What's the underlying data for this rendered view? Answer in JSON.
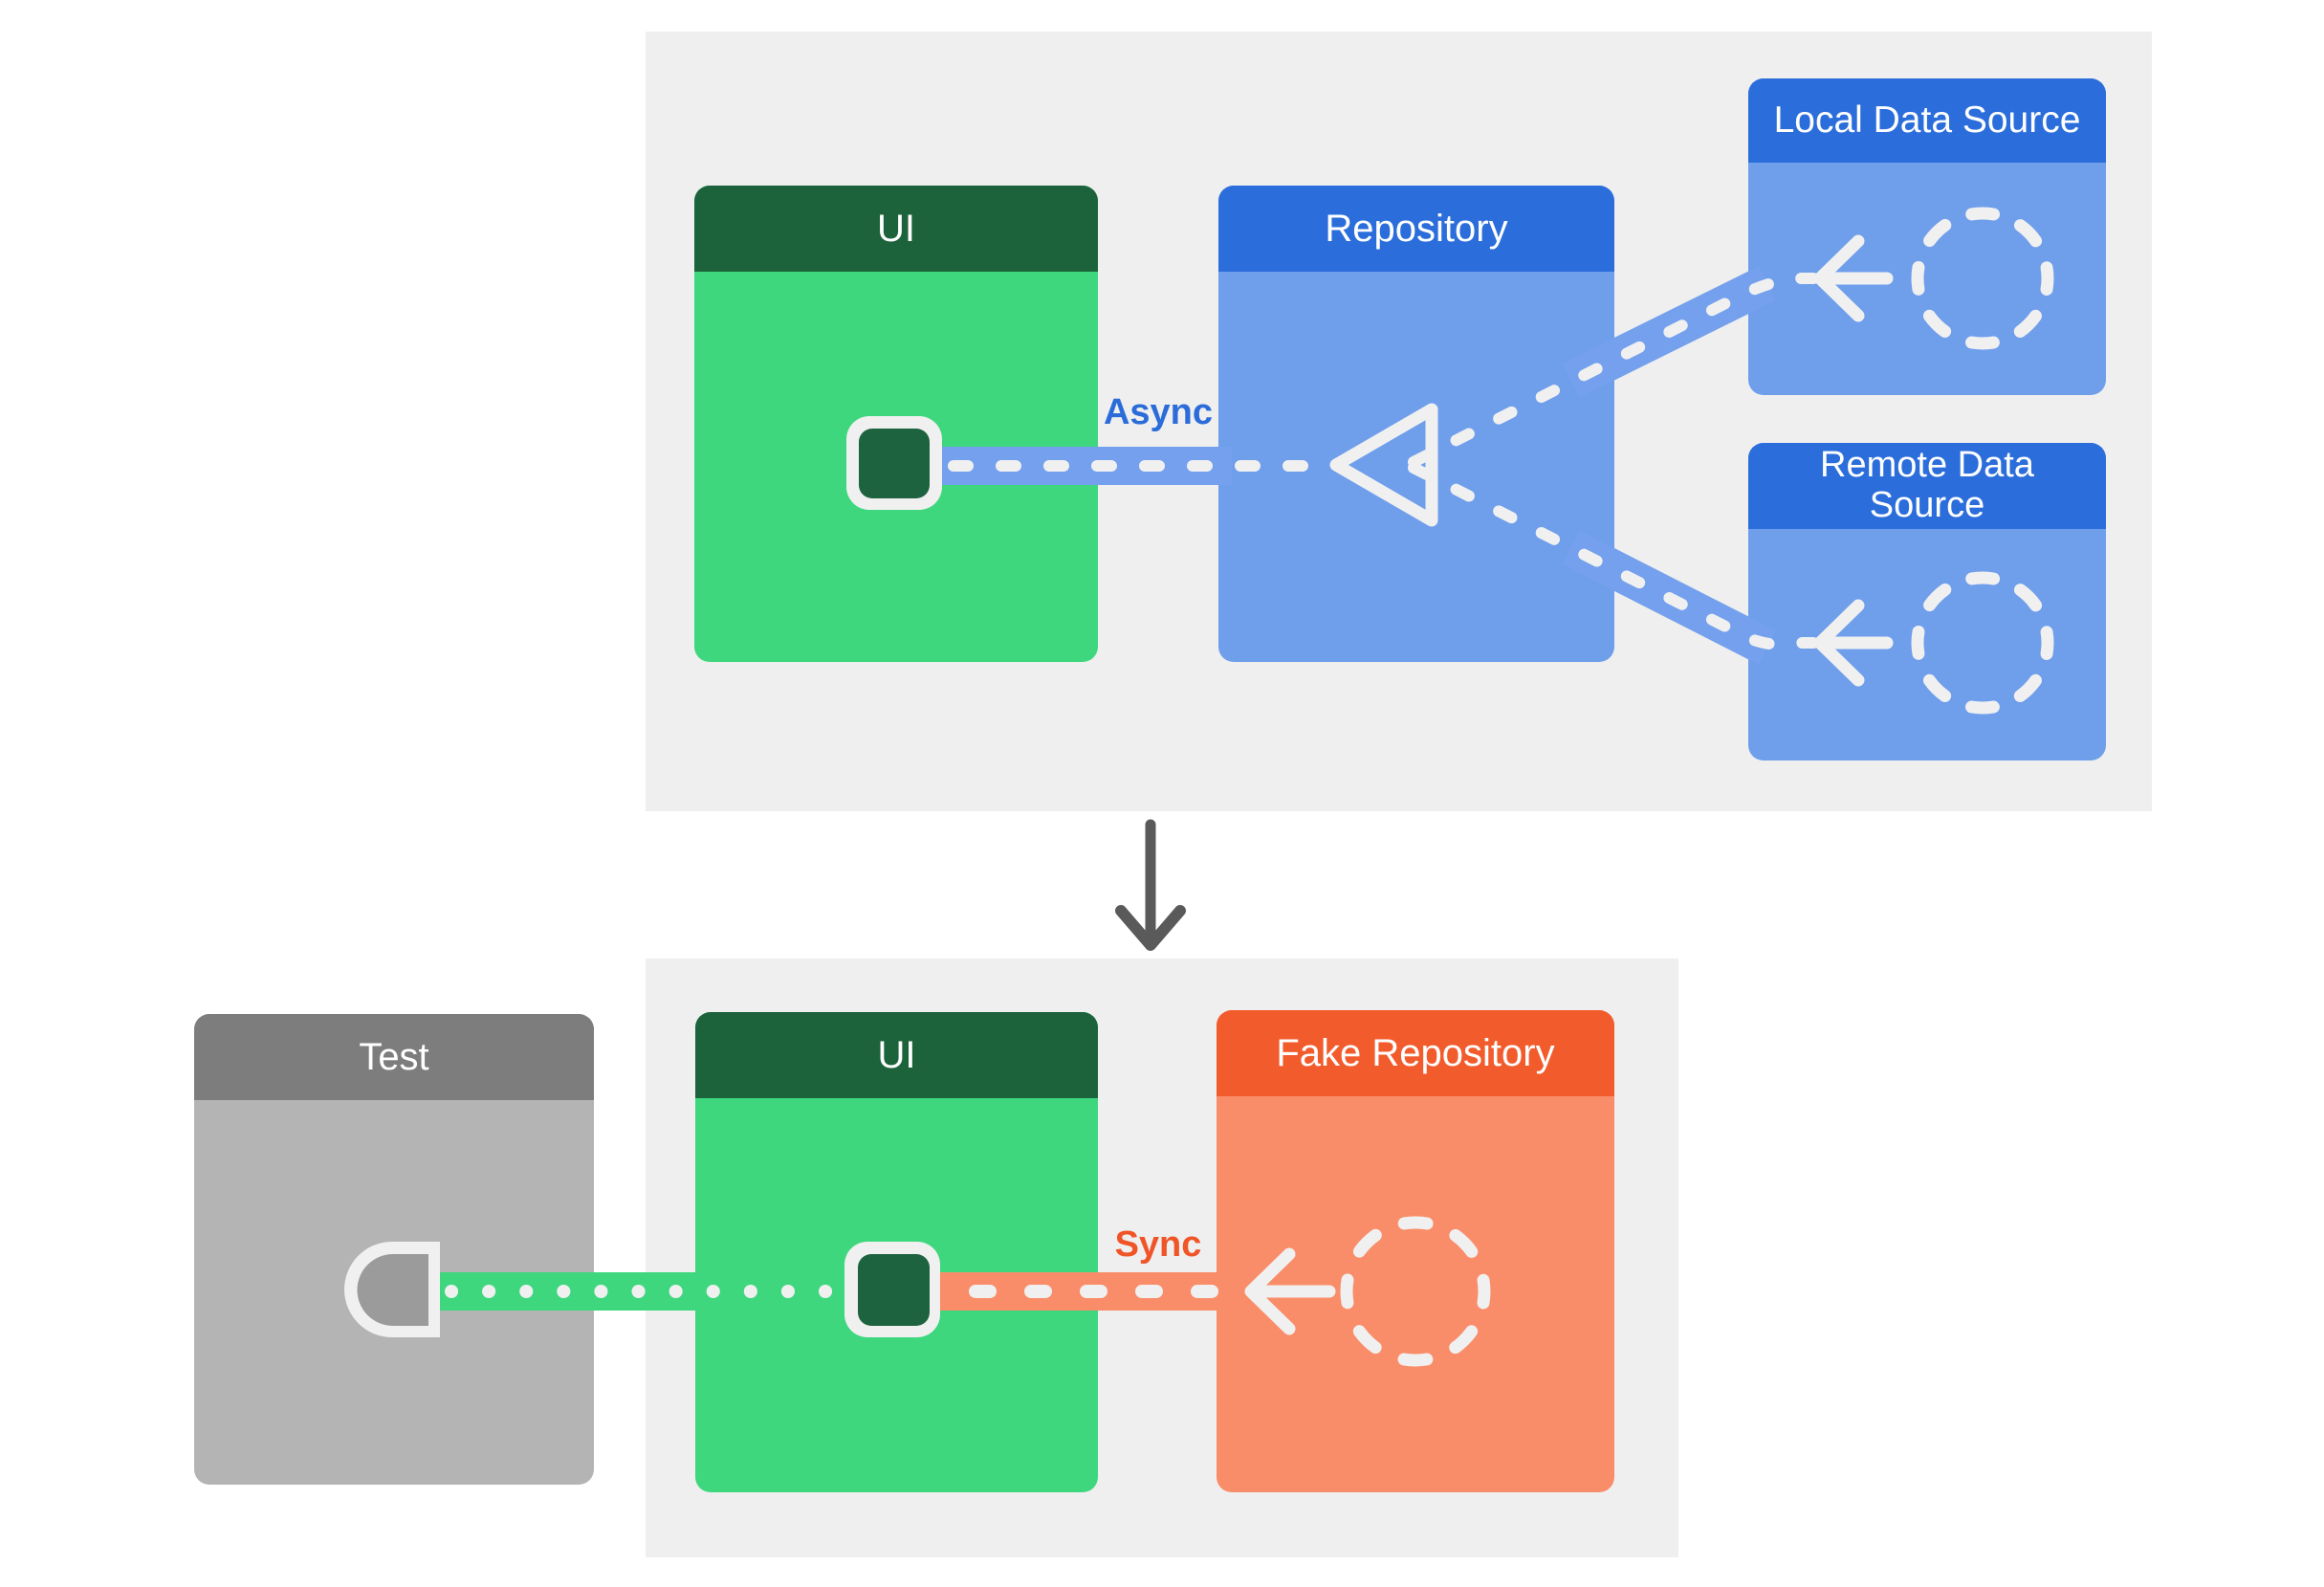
{
  "top_panel": {
    "boxes": {
      "ui": {
        "title": "UI"
      },
      "repository": {
        "title": "Repository"
      },
      "local_data_source": {
        "title": "Local Data Source"
      },
      "remote_data_source": {
        "title": "Remote Data Source"
      }
    },
    "connector_label": "Async"
  },
  "bottom_panel": {
    "boxes": {
      "test": {
        "title": "Test"
      },
      "ui": {
        "title": "UI"
      },
      "fake_repository": {
        "title": "Fake Repository"
      }
    },
    "connector_label": "Sync"
  },
  "icons": {
    "merge_triangle": "triangle-outline-left",
    "data_source_circle": "dashed-circle",
    "arrow_left": "arrow-left",
    "ui_component": "rounded-square",
    "test_socket": "d-shaped-socket",
    "flow_arrow": "arrow-down"
  },
  "colors": {
    "panel_background": "#efefef",
    "dark_green": "#1c633b",
    "light_green": "#3ed77e",
    "header_blue": "#2b6edb",
    "light_blue": "#6f9eeb",
    "band_blue": "#74a0ed",
    "header_orange": "#f25c2d",
    "light_orange": "#f98d69",
    "async_text": "#2b6cd9",
    "sync_text": "#f05528",
    "test_header_gray": "#7d7d7d",
    "test_body_gray": "#b4b4b4",
    "flow_arrow_gray": "#5a5a5a",
    "stroke_white": "#f0f0f0"
  }
}
